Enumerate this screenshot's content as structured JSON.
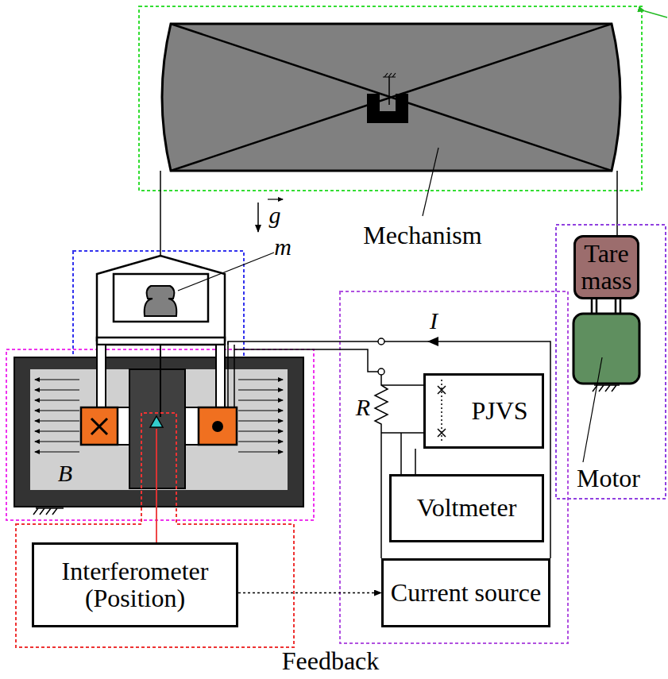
{
  "diagram": {
    "nodes": [
      {
        "text": [
          "Tare mass"
        ]
      },
      {
        "text": [
          "PJVS"
        ]
      },
      {
        "text": [
          "Voltmeter"
        ]
      },
      {
        "text": [
          "Interferometer (Position)"
        ]
      },
      {
        "text": [
          "Current source"
        ]
      }
    ],
    "edges": [
      {
        "from": 3,
        "to": 4,
        "arrow": "to"
      }
    ],
    "labels": [
      "Mechanism",
      "g",
      "m",
      "I",
      "R",
      "B",
      "Motor",
      "Feedback"
    ]
  }
}
